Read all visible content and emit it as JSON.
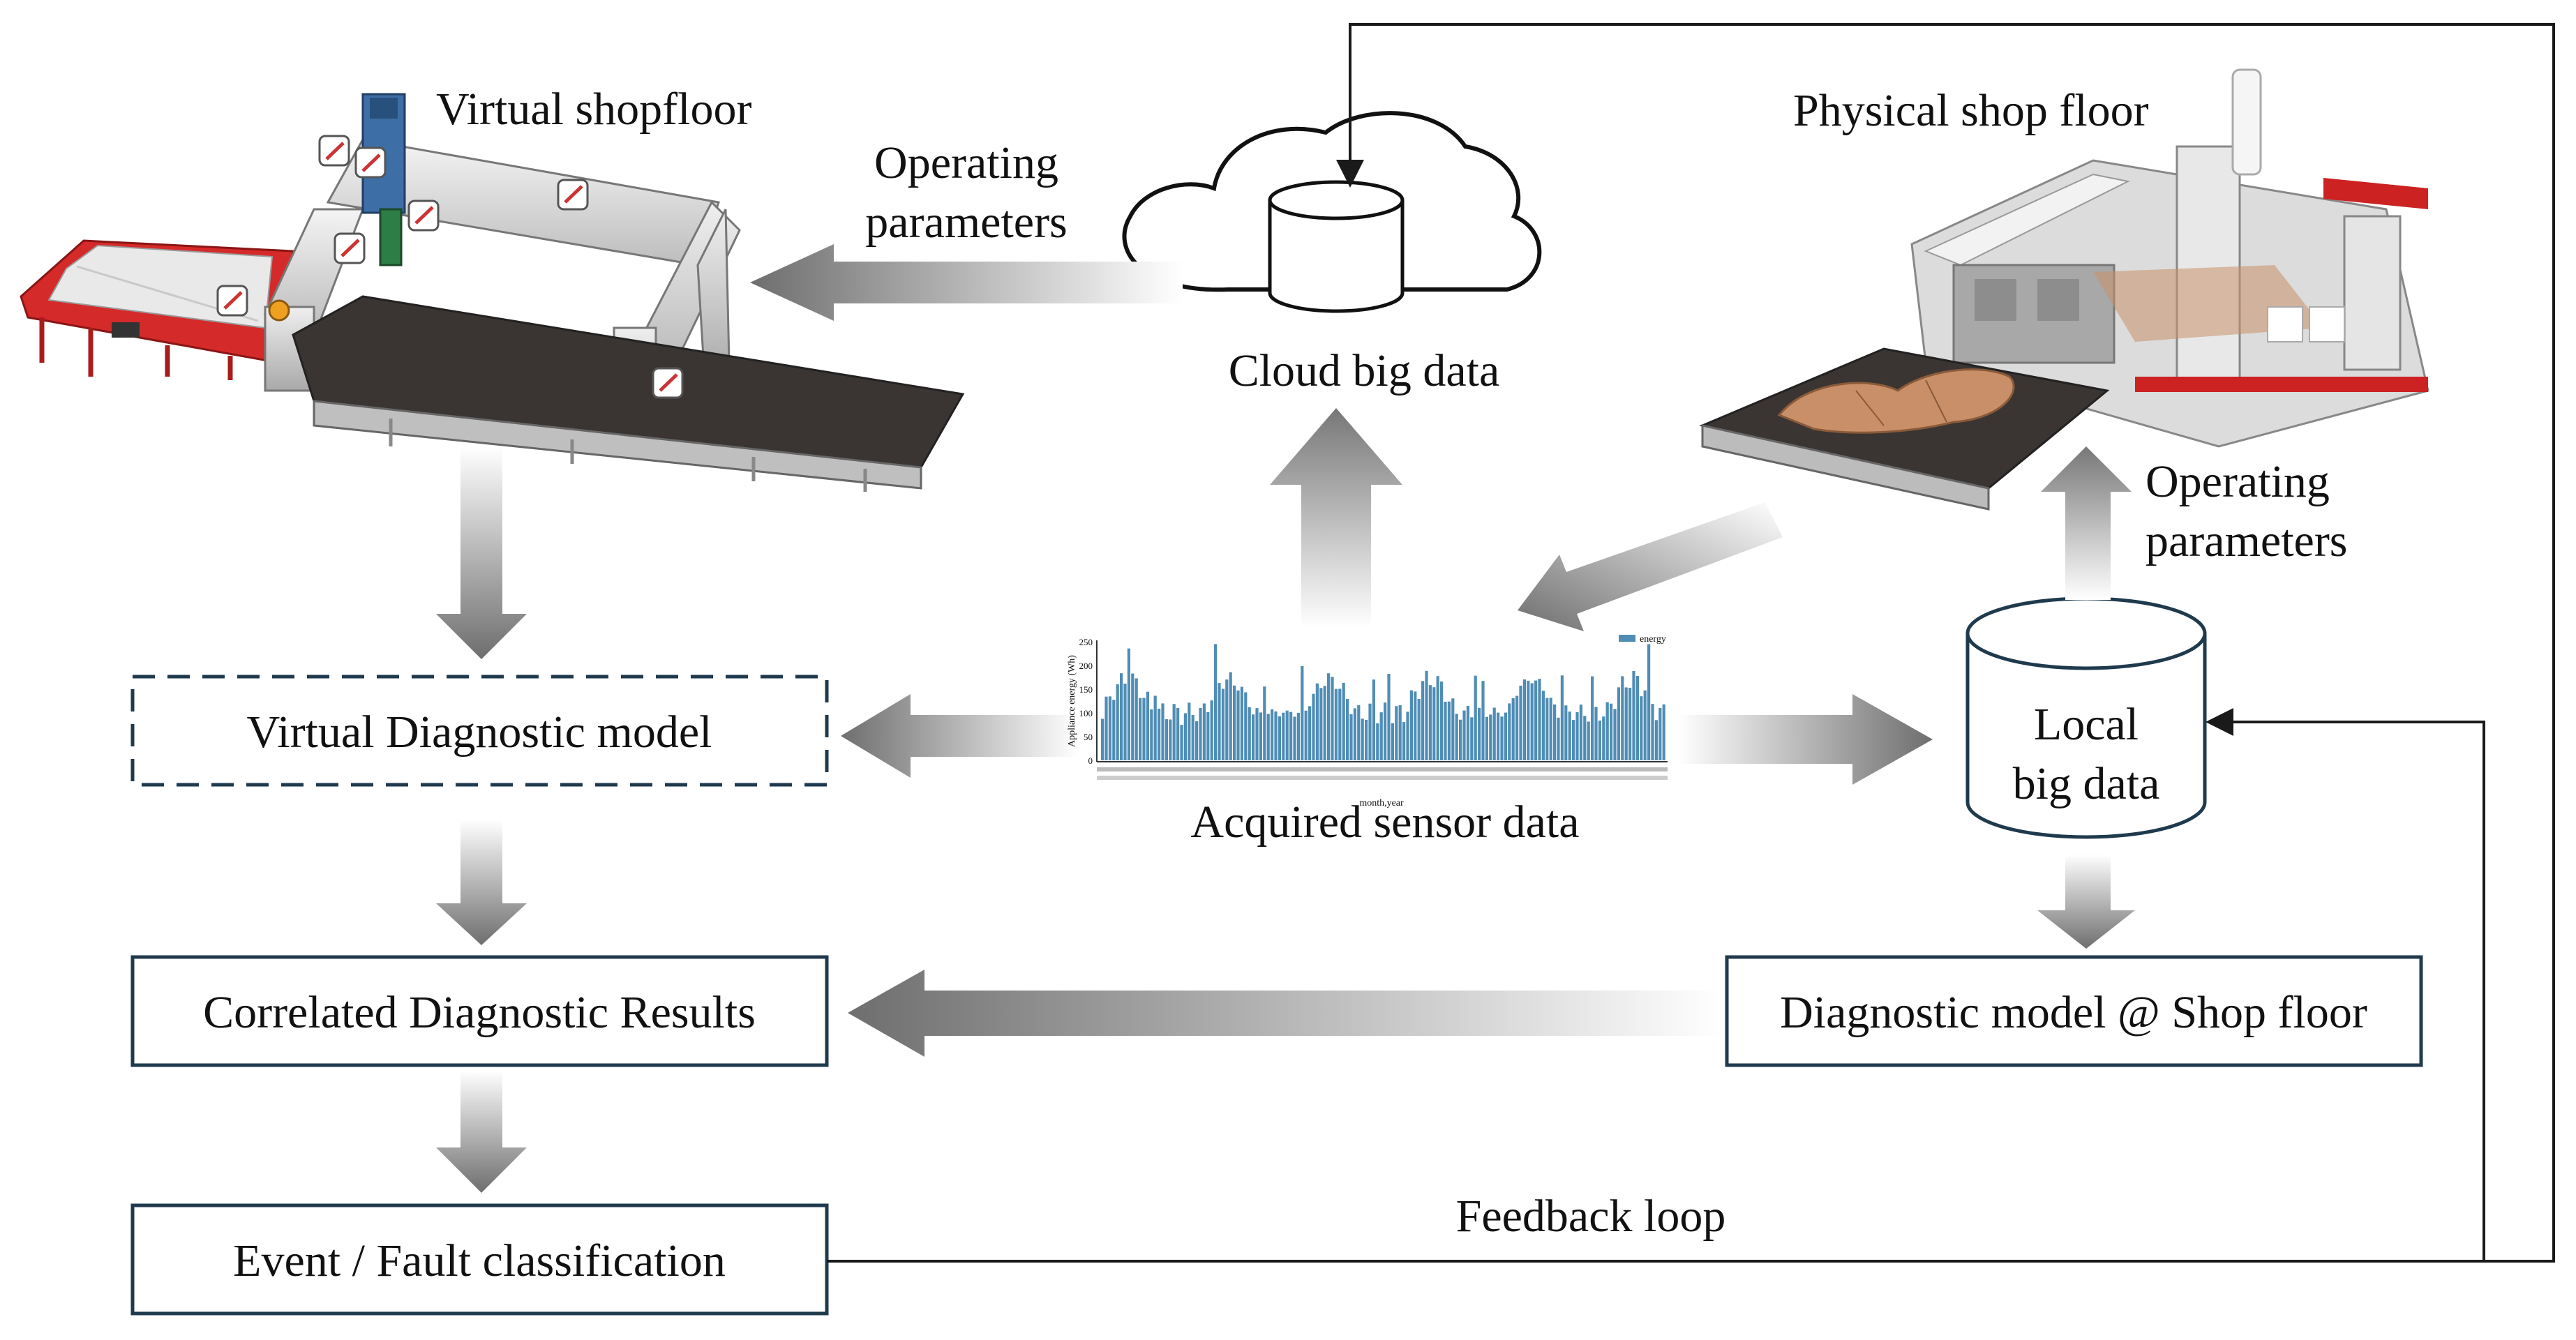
{
  "labels": {
    "virtual_shopfloor": "Virtual shopfloor",
    "physical_shop_floor": "Physical shop floor",
    "operating_parameters_left_1": "Operating",
    "operating_parameters_left_2": "parameters",
    "operating_parameters_right_1": "Operating",
    "operating_parameters_right_2": "parameters",
    "cloud_big_data": "Cloud big data",
    "acquired_sensor_data": "Acquired sensor data",
    "local_big_data_1": "Local",
    "local_big_data_2": "big data",
    "feedback_loop": "Feedback loop"
  },
  "boxes": {
    "virtual_diagnostic_model": "Virtual Diagnostic model",
    "correlated_diagnostic_results": "Correlated Diagnostic Results",
    "event_fault_classification": "Event / Fault classification",
    "diagnostic_model_shop_floor": "Diagnostic model @ Shop floor"
  },
  "sensor_chart": {
    "legend": "energy",
    "ylabel": "Appliance energy (Wh)",
    "xlabel": "month,year",
    "yticks": [
      "250",
      "200",
      "150",
      "100",
      "50",
      "0"
    ],
    "bar_color": "#4f8db5"
  },
  "colors": {
    "box_border": "#1f3a4d",
    "arrow_dark": "#6e6e6e",
    "arrow_light": "#ffffff",
    "line": "#1a1a1a",
    "machine_red": "#cc2222",
    "belt": "#3a3532",
    "leather": "#c98f68"
  }
}
